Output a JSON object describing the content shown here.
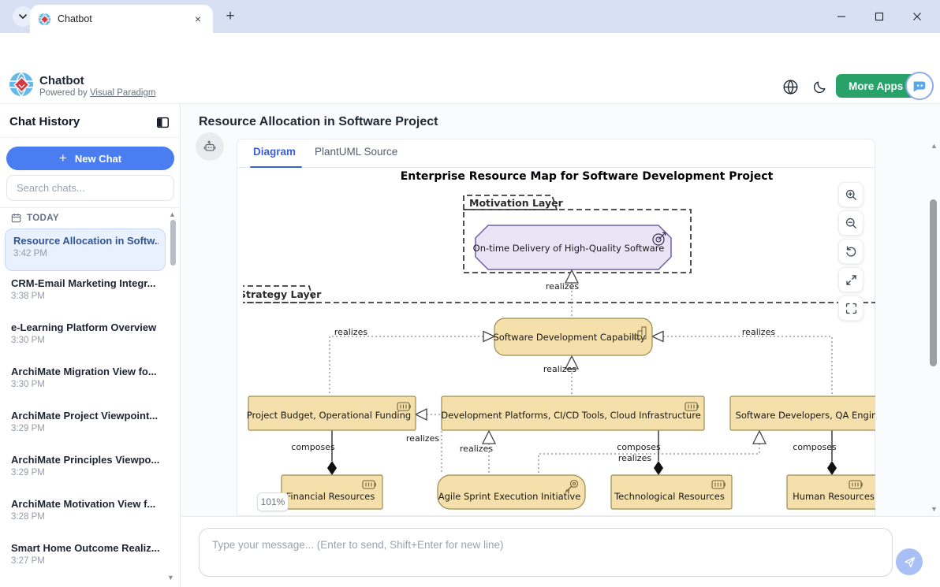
{
  "browser": {
    "tab_title": "Chatbot",
    "url": "ai-toolbox.visual-paradigm.com/app/chatbot/"
  },
  "header": {
    "app_title": "Chatbot",
    "powered_by": "Powered by",
    "powered_link": "Visual Paradigm",
    "more_apps": "More Apps"
  },
  "sidebar": {
    "title": "Chat History",
    "new_chat": "New Chat",
    "search_placeholder": "Search chats...",
    "section": "TODAY",
    "items": [
      {
        "title": "Resource Allocation in Softw...",
        "time": "3:42 PM",
        "selected": true
      },
      {
        "title": "CRM-Email Marketing Integr...",
        "time": "3:38 PM",
        "selected": false
      },
      {
        "title": "e-Learning Platform Overview",
        "time": "3:30 PM",
        "selected": false
      },
      {
        "title": "ArchiMate Migration View fo...",
        "time": "3:30 PM",
        "selected": false
      },
      {
        "title": "ArchiMate Project Viewpoint...",
        "time": "3:29 PM",
        "selected": false
      },
      {
        "title": "ArchiMate Principles Viewpo...",
        "time": "3:29 PM",
        "selected": false
      },
      {
        "title": "ArchiMate Motivation View f...",
        "time": "3:28 PM",
        "selected": false
      },
      {
        "title": "Smart Home Outcome Realiz...",
        "time": "3:27 PM",
        "selected": false
      }
    ]
  },
  "main": {
    "page_title": "Resource Allocation in Software Project",
    "tab_diagram": "Diagram",
    "tab_source": "PlantUML Source",
    "zoom_badge": "101%"
  },
  "diagram": {
    "title": "Enterprise Resource Map for Software Development Project",
    "motivation_layer": "Motivation Layer",
    "strategy_layer": "Strategy Layer",
    "nodes": {
      "goal": "On-time Delivery of High-Quality Software",
      "capability": "Software Development Capability",
      "budget": "Project Budget, Operational Funding",
      "platforms": "Development Platforms, CI/CD Tools, Cloud Infrastructure",
      "developers": "Software Developers, QA Engine",
      "financial": "Financial Resources",
      "agile": "Agile Sprint Execution Initiative",
      "tech": "Technological Resources",
      "human": "Human Resources"
    },
    "labels": {
      "realizes": "realizes",
      "composes": "composes"
    }
  },
  "composer": {
    "placeholder": "Type your message... (Enter to send, Shift+Enter for new line)"
  },
  "colors": {
    "accent_blue": "#4a7df0",
    "more_apps_green": "#28a268",
    "node_tan": "#f5e0ab",
    "goal_lavender": "#e9e4f6",
    "selected_chat_bg": "#e9f1fe",
    "send_button_blue": "#a8c0f5",
    "profile_teal": "#0d9488",
    "tab_active_blue": "#3b5fd9"
  }
}
